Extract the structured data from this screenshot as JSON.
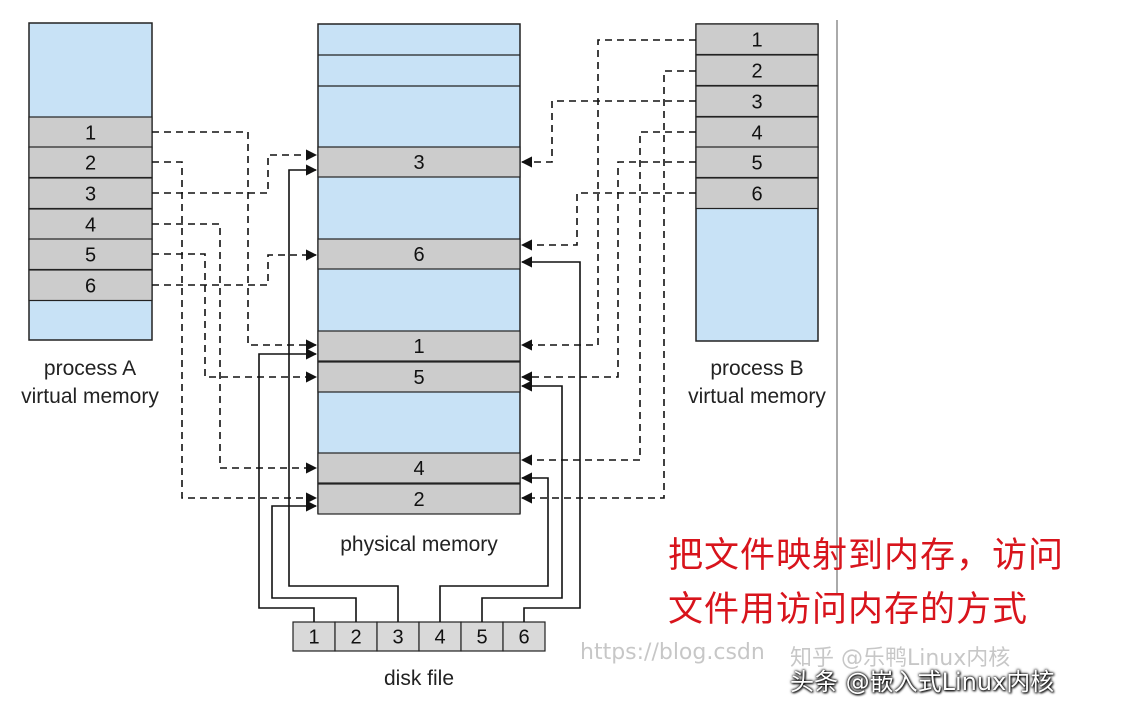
{
  "process_a": {
    "pages": [
      "1",
      "2",
      "3",
      "4",
      "5",
      "6"
    ],
    "label_line1": "process A",
    "label_line2": "virtual memory"
  },
  "process_b": {
    "pages": [
      "1",
      "2",
      "3",
      "4",
      "5",
      "6"
    ],
    "label_line1": "process B",
    "label_line2": "virtual memory"
  },
  "physical": {
    "frames": [
      "3",
      "6",
      "1",
      "5",
      "4",
      "2"
    ],
    "label": "physical memory"
  },
  "disk": {
    "blocks": [
      "1",
      "2",
      "3",
      "4",
      "5",
      "6"
    ],
    "label": "disk file"
  },
  "caption": {
    "line1": "把文件映射到内存，访问",
    "line2": "文件用访问内存的方式"
  },
  "watermarks": {
    "csdn": "https://blog.csdn",
    "zhihu": "知乎 @乐鸭Linux内核"
  },
  "footer": "头条 @嵌入式Linux内核",
  "colors": {
    "memory_fill": "#c8e2f6",
    "page_fill": "#cccccc",
    "caption": "#d8141c"
  }
}
